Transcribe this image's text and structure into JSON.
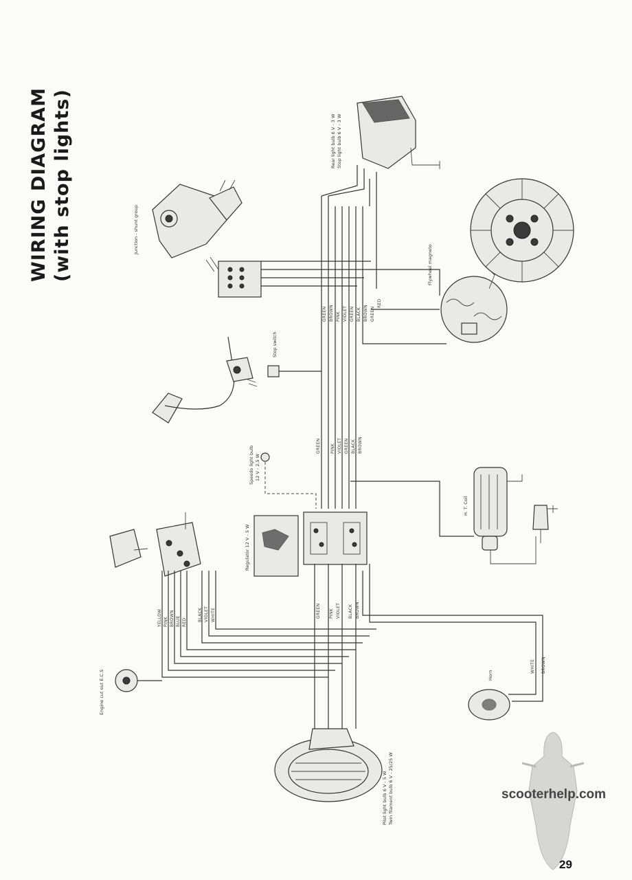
{
  "title": {
    "line1": "WIRING DIAGRAM",
    "line2": "(with stop lights)"
  },
  "components": {
    "rear_light": "Rear light bulb 6 V - 3 W\nStop light bulb 6 V - 3 W",
    "rear_light_line1": "Rear light bulb 6 V - 3 W",
    "rear_light_line2": "Stop light bulb 6 V - 3 W",
    "junction_box": "Junction - shunt group",
    "flywheel": "Flywheel magneto",
    "stop_switch": "Stop switch",
    "speedo_light": "Speedo light bulb 12 V - 2,5 W",
    "speedo_line1": "Speedo light bulb",
    "speedo_line2": "12 V - 2,5 W",
    "regulator": "Regulator 12 V - 5 W",
    "ht_coil": "H. T. Coil",
    "horn": "Horn",
    "engine_cut_out": "Engine cut out E.C.S",
    "head_light_line1": "Pilot light bulb 6 V - 5 W",
    "head_light_line2": "Twin filament bulb 6 V - 25/25 W"
  },
  "wires": {
    "upper_group": [
      "GREEN",
      "BROWN",
      "PINK",
      "VIOLET",
      "GREEN",
      "BLACK",
      "BROWN",
      "GREEN",
      "RED"
    ],
    "middle_group": [
      "GREEN",
      "PINK",
      "VIOLET",
      "GREEN",
      "BLACK",
      "BROWN"
    ],
    "switch_group": [
      "YELLOW",
      "PINK",
      "BROWN",
      "BLUE",
      "RED",
      "BLACK",
      "VIOLET",
      "WHITE"
    ],
    "lower_group": [
      "GREEN",
      "PINK",
      "VIOLET",
      "BLACK",
      "BROWN"
    ],
    "horn_group": [
      "WHITE",
      "BROWN"
    ]
  },
  "watermark": "scooterhelp.com",
  "page_number": "29",
  "icons": [
    "rear-light-icon",
    "junction-box-icon",
    "flywheel-magneto-icon",
    "brake-pedal-icon",
    "switch-icon",
    "ht-coil-icon",
    "spark-plug-icon",
    "horn-icon",
    "headlight-icon",
    "engine-cutout-icon",
    "scooter-silhouette-icon"
  ]
}
